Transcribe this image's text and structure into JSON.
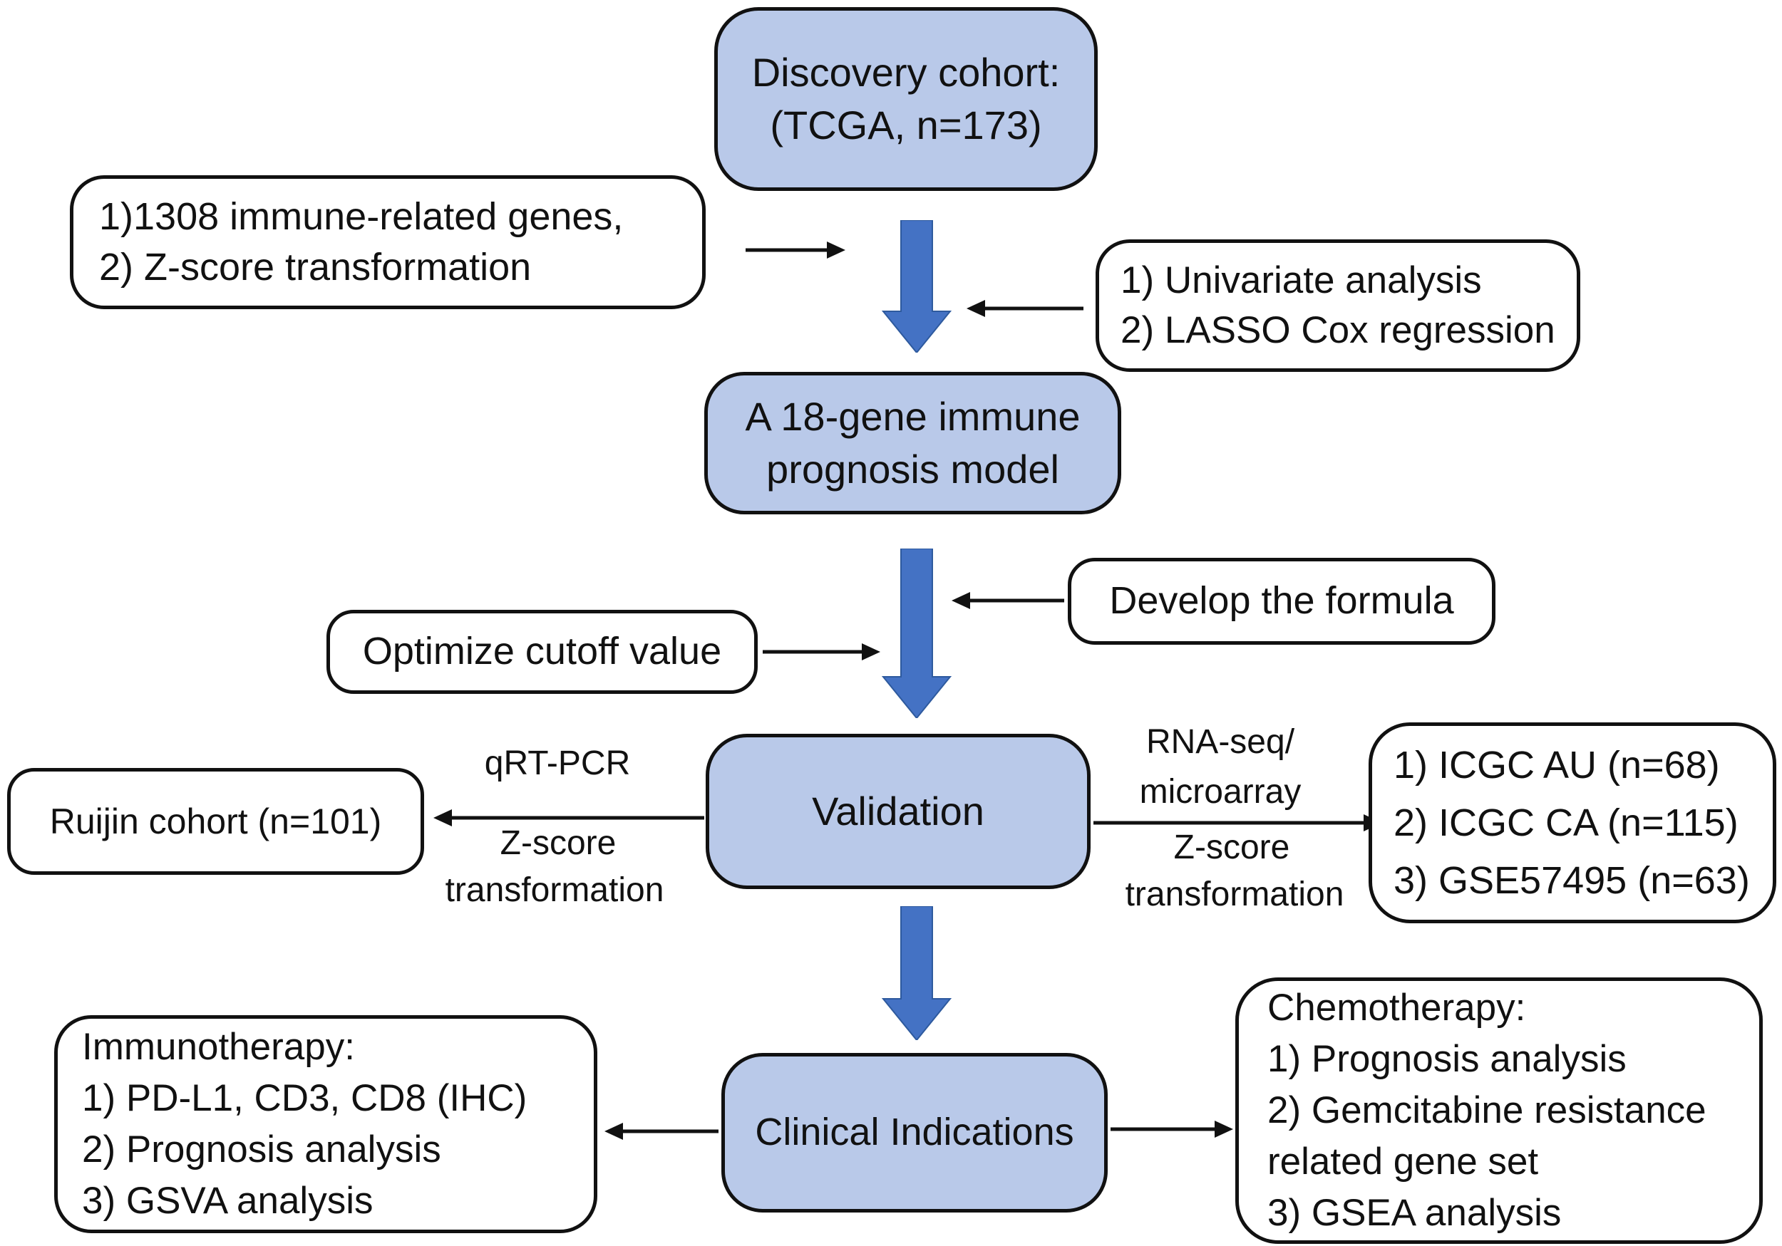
{
  "figure": {
    "type": "study-design-flowchart",
    "description_visible": false
  },
  "colors": {
    "node_fill_blue": "#b9c9e9",
    "node_fill_white": "#ffffff",
    "node_border": "#111111",
    "big_arrow_fill": "#4472c4",
    "big_arrow_edge": "#2e5a9e",
    "thin_arrow": "#111111",
    "text": "#111111"
  },
  "nodes": {
    "discovery": {
      "line1": "Discovery cohort:",
      "line2": "(TCGA, n=173)"
    },
    "gene_input": {
      "line1": "1)1308 immune-related genes,",
      "line2": "2) Z-score transformation"
    },
    "selection": {
      "line1": "1) Univariate analysis",
      "line2": "2) LASSO Cox regression"
    },
    "model": {
      "line1": "A 18-gene immune",
      "line2": "prognosis model"
    },
    "develop": {
      "label": "Develop the formula"
    },
    "optimize": {
      "label": "Optimize cutoff value"
    },
    "validation": {
      "label": "Validation"
    },
    "ruijin": {
      "label": "Ruijin cohort (n=101)"
    },
    "external": {
      "line1": "1) ICGC AU (n=68)",
      "line2": "2) ICGC CA (n=115)",
      "line3": "3) GSE57495 (n=63)"
    },
    "clinical": {
      "label": "Clinical Indications"
    },
    "immunotherapy": {
      "line1": "Immunotherapy:",
      "line2": "1) PD-L1, CD3, CD8 (IHC)",
      "line3": "2) Prognosis analysis",
      "line4": "3) GSVA analysis"
    },
    "chemotherapy": {
      "line1": "Chemotherapy:",
      "line2": "1) Prognosis analysis",
      "line3": "2) Gemcitabine resistance",
      "line4": "related gene set",
      "line5": "3) GSEA analysis"
    }
  },
  "edge_labels": {
    "ruijin_method": "qRT-PCR",
    "ruijin_transform1": "Z-score",
    "ruijin_transform2": "transformation",
    "external_method1": "RNA-seq/",
    "external_method2": "microarray",
    "external_transform1": "Z-score",
    "external_transform2": "transformation"
  }
}
